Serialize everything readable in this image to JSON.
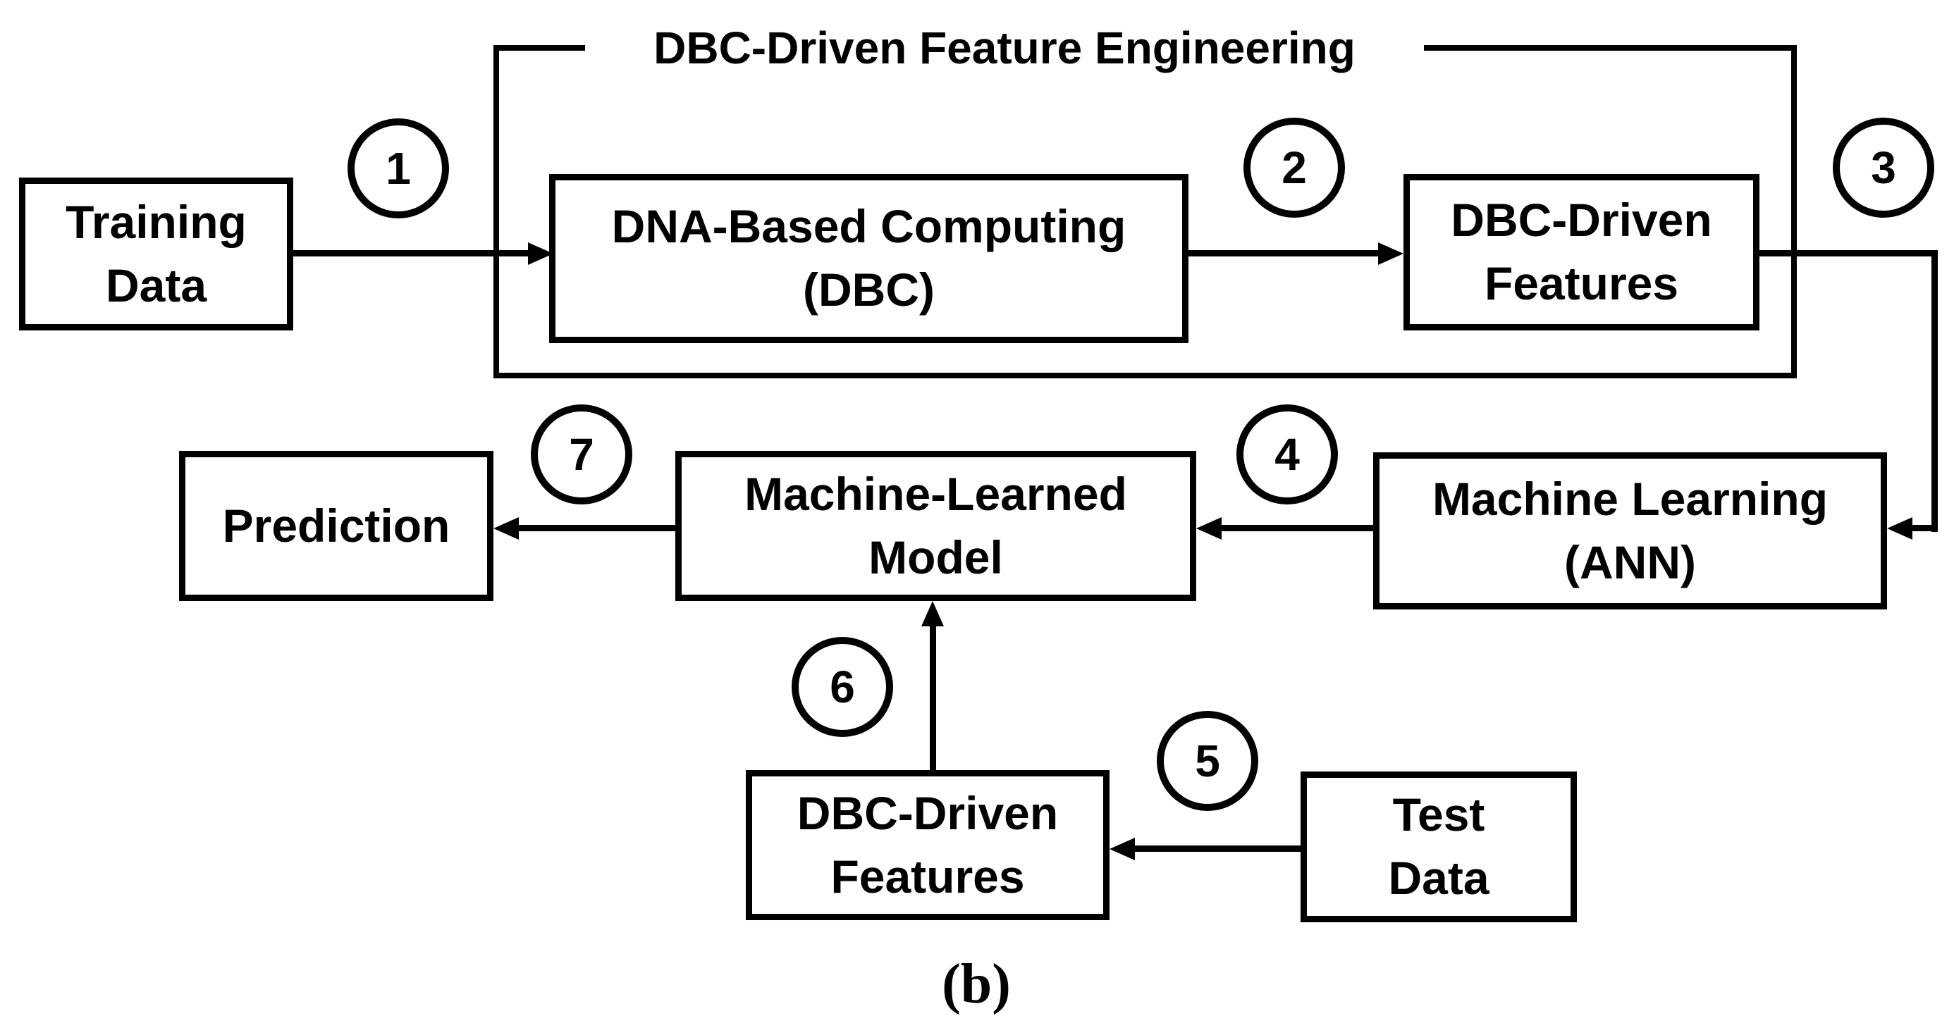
{
  "figure": {
    "title": "DBC-Driven Feature Engineering",
    "caption": "(b)",
    "colors": {
      "ink": "#000000",
      "background": "#ffffff"
    },
    "boxes": {
      "training": {
        "lines": [
          "Training",
          "Data"
        ]
      },
      "dbc": {
        "lines": [
          "DNA-Based Computing",
          "(DBC)"
        ]
      },
      "features_train": {
        "lines": [
          "DBC-Driven",
          "Features"
        ]
      },
      "ml_ann": {
        "lines": [
          "Machine Learning",
          "(ANN)"
        ]
      },
      "ml_model": {
        "lines": [
          "Machine-Learned",
          "Model"
        ]
      },
      "prediction": {
        "lines": [
          "Prediction"
        ]
      },
      "features_test": {
        "lines": [
          "DBC-Driven",
          "Features"
        ]
      },
      "test": {
        "lines": [
          "Test",
          "Data"
        ]
      }
    },
    "steps": {
      "s1": "1",
      "s2": "2",
      "s3": "3",
      "s4": "4",
      "s5": "5",
      "s6": "6",
      "s7": "7"
    }
  }
}
